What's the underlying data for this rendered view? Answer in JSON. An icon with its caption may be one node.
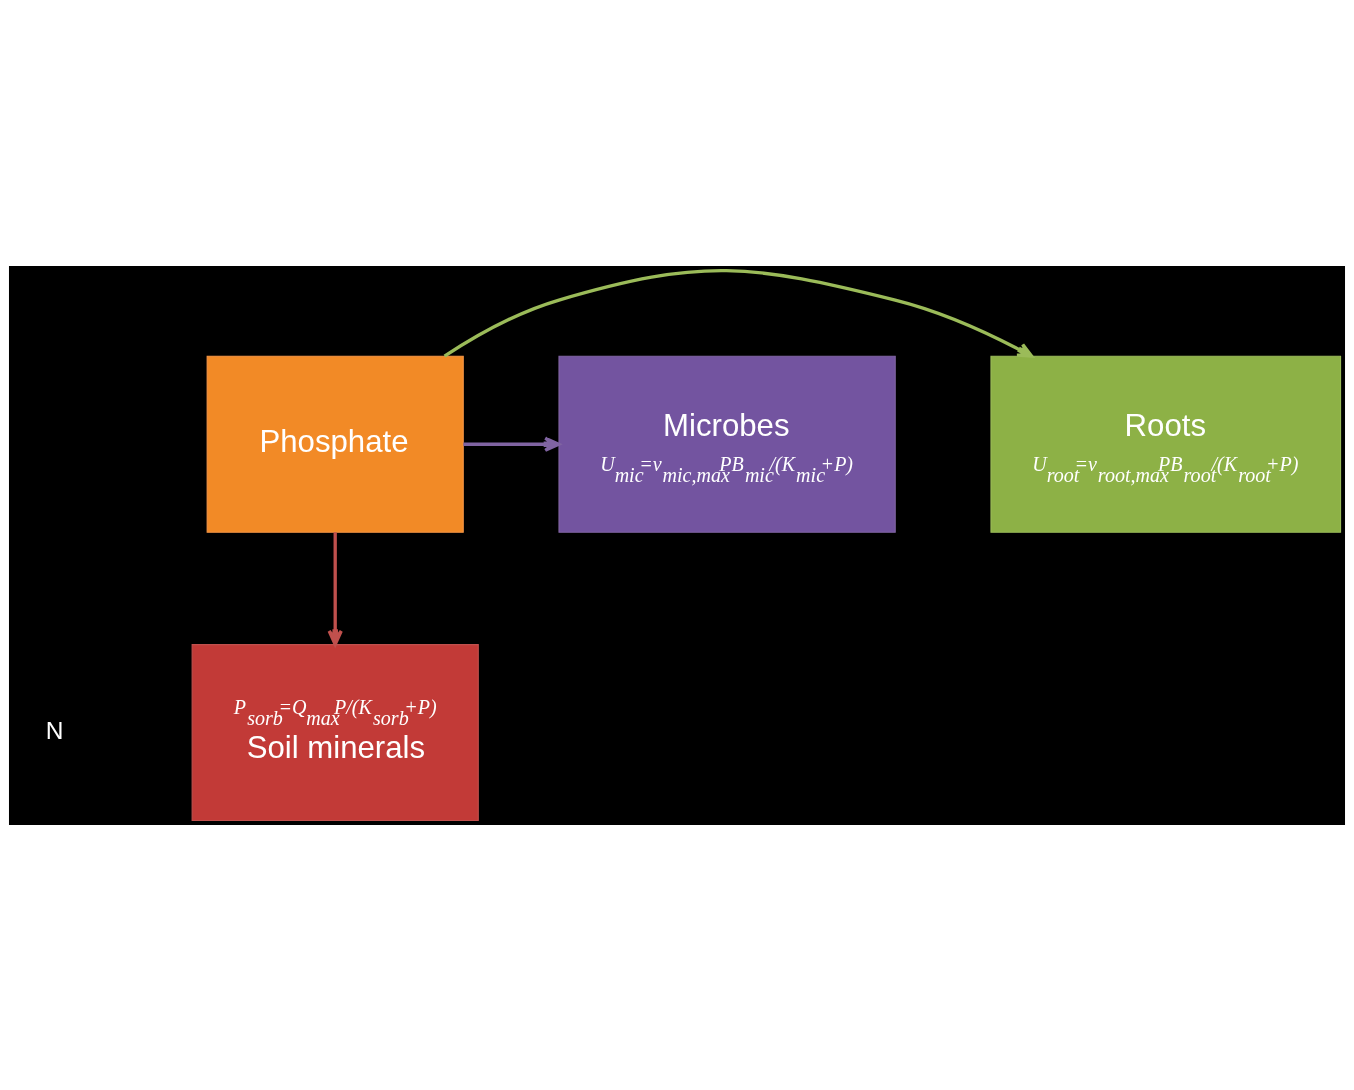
{
  "diagram": {
    "nodes": [
      {
        "text": [
          "Roots",
          "U$_{root}$=v$_{root,max}$PB$_{root}$/(K$_{root}$+P)"
        ]
      },
      {
        "text": [
          "Microbes",
          "U$_{mic}$=v$_{mic,max}$PB$_{mic}$/(K$_{mic}$+P)"
        ]
      },
      {
        "text": [
          "Phosphate"
        ]
      },
      {
        "text": [
          "P$_{sorb}$=Q$_{max}$P/(K$_{sorb}$+P)",
          "Soil minerals"
        ]
      }
    ],
    "edges": [
      {
        "from": 2,
        "to": 0,
        "arrow": "to",
        "color": "#9bbb59"
      },
      {
        "from": 2,
        "to": 1,
        "arrow": "to",
        "color": "#8064a2"
      },
      {
        "from": 2,
        "to": 3,
        "arrow": "to",
        "color": "#c0504d"
      }
    ],
    "labels": [
      "N"
    ]
  }
}
